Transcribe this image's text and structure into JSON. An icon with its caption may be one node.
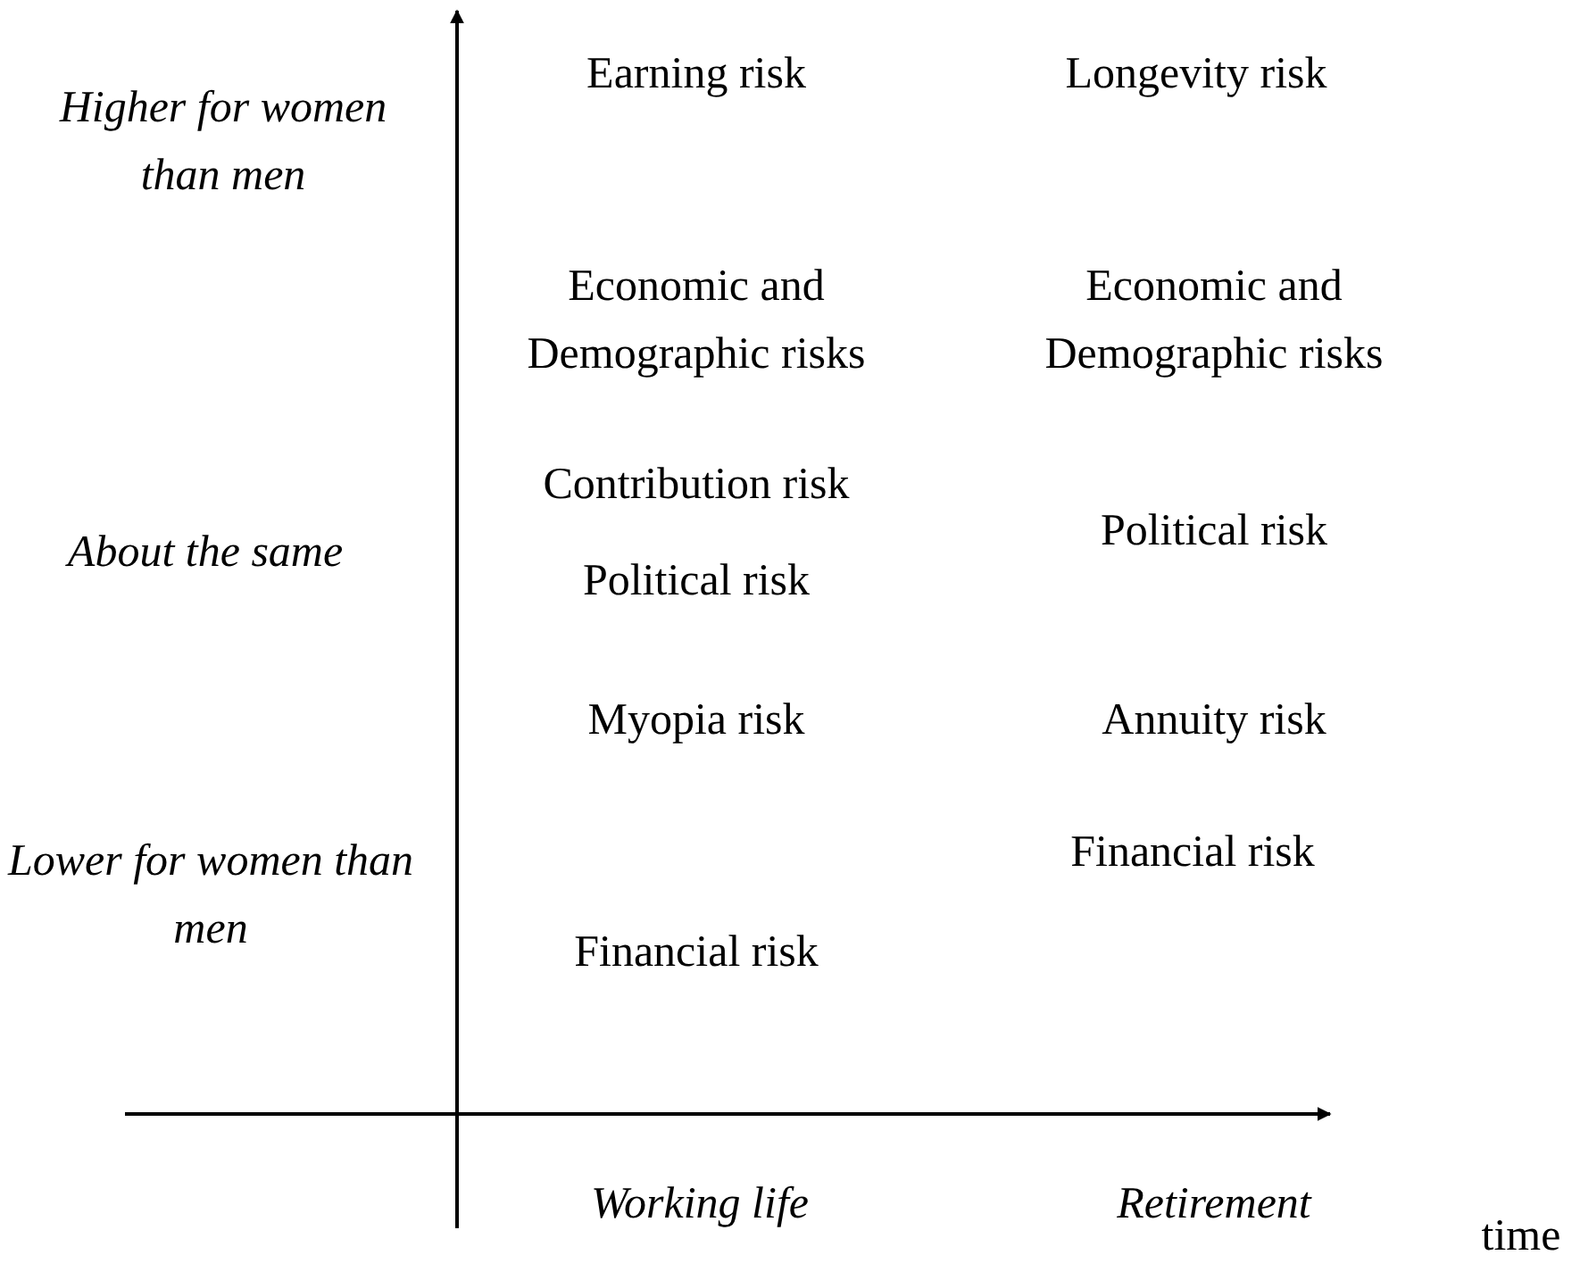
{
  "diagram": {
    "labels": [
      "Higher for women than men",
      "Earning risk",
      "Longevity risk",
      "Economic and Demographic risks",
      "Economic and Demographic risks",
      "Contribution risk",
      "About the same",
      "Political risk",
      "Political risk",
      "Myopia risk",
      "Annuity risk",
      "Lower for women than men",
      "Financial risk",
      "Financial risk",
      "time",
      "Working life",
      "Retirement"
    ]
  }
}
